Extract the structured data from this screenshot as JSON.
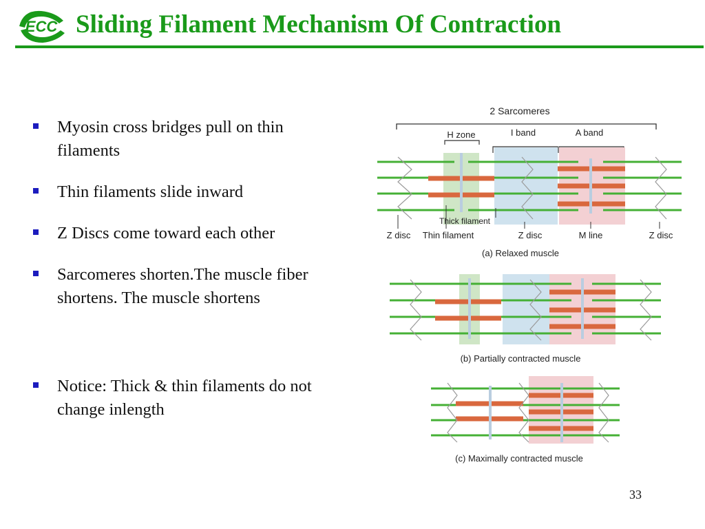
{
  "slide": {
    "title": "Sliding Filament Mechanism Of Contraction",
    "page_number": "33",
    "logo_text": "ECC",
    "bullets": [
      "Myosin cross bridges pull on thin filaments",
      "Thin filaments slide  inward",
      "Z Discs come toward  each other",
      "Sarcomeres shorten.The muscle fiber shortens. The muscle shortens",
      "Notice: Thick & thin filaments do not change inlength"
    ]
  },
  "diagram": {
    "sarcomeres_label": "2 Sarcomeres",
    "h_zone_label": "H zone",
    "i_band_label": "I band",
    "a_band_label": "A band",
    "thick_filament_label": "Thick filament",
    "z_disc_left_label": "Z disc",
    "thin_filament_label": "Thin filament",
    "z_disc_mid_label": "Z disc",
    "m_line_label": "M line",
    "z_disc_right_label": "Z disc",
    "caption_a": "(a) Relaxed muscle",
    "caption_b": "(b) Partially contracted muscle",
    "caption_c": "(c) Maximally contracted muscle",
    "colors": {
      "title": "#1a9a1a",
      "bullet": "#1c1cbe",
      "thin_filament": "#45b035",
      "thick_filament": "#d9683e",
      "h_zone": "#cfe6c6",
      "i_band": "#cfe2ee",
      "a_band": "#f3d0d3",
      "z_disc": "#9a9a9a",
      "m_line": "#b9cde0"
    }
  }
}
